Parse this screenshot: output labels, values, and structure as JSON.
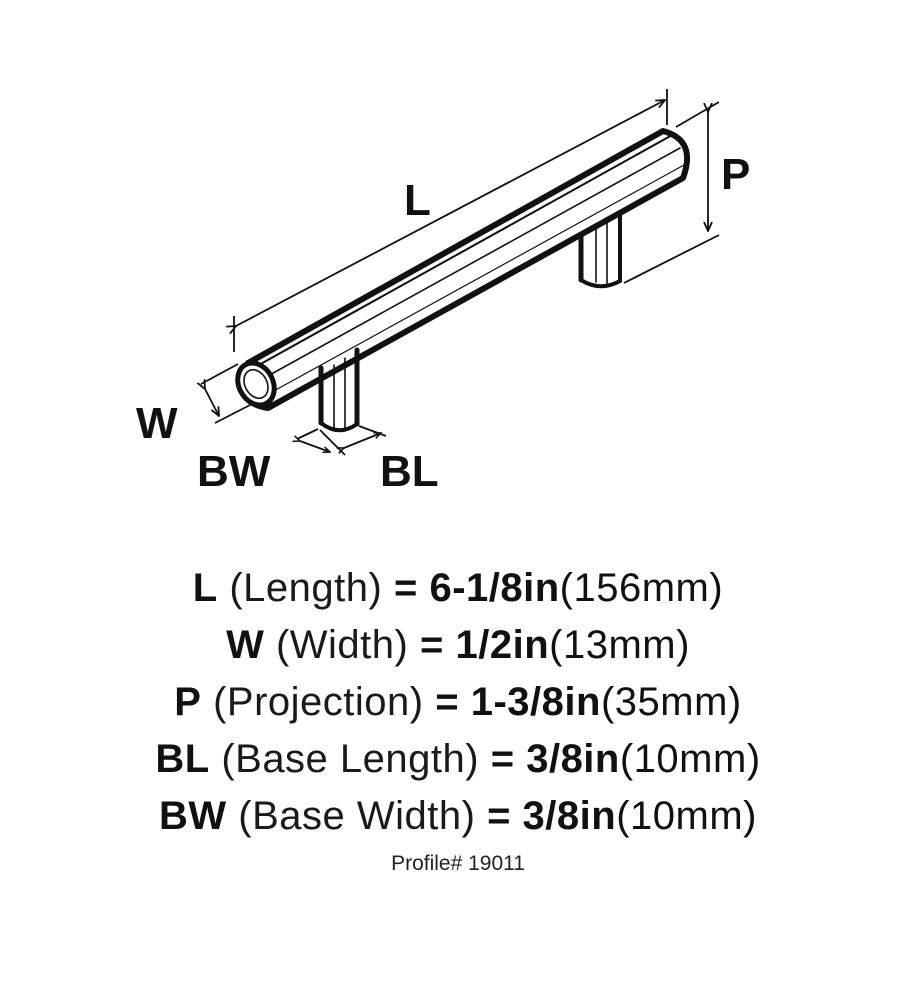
{
  "diagram": {
    "labels": {
      "L": "L",
      "P": "P",
      "W": "W",
      "BW": "BW",
      "BL": "BL"
    }
  },
  "specs": [
    {
      "code": "L",
      "desc": "(Length)",
      "eq": "=",
      "imperial": "6-1/8in",
      "metric": "(156mm)"
    },
    {
      "code": "W",
      "desc": "(Width)",
      "eq": "=",
      "imperial": "1/2in",
      "metric": "(13mm)"
    },
    {
      "code": "P",
      "desc": "(Projection)",
      "eq": "=",
      "imperial": "1-3/8in",
      "metric": "(35mm)"
    },
    {
      "code": "BL",
      "desc": "(Base Length)",
      "eq": "=",
      "imperial": "3/8in",
      "metric": "(10mm)"
    },
    {
      "code": "BW",
      "desc": "(Base Width)",
      "eq": "=",
      "imperial": "3/8in",
      "metric": "(10mm)"
    }
  ],
  "profile": "Profile# 19011"
}
